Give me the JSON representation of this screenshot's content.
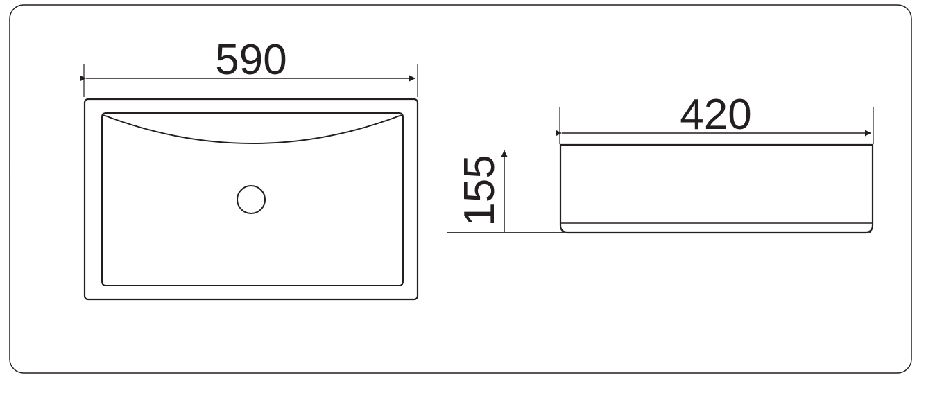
{
  "dimensions": {
    "width": "590",
    "depth": "420",
    "height": "155"
  },
  "colors": {
    "line": "#231f20",
    "background": "#ffffff"
  }
}
